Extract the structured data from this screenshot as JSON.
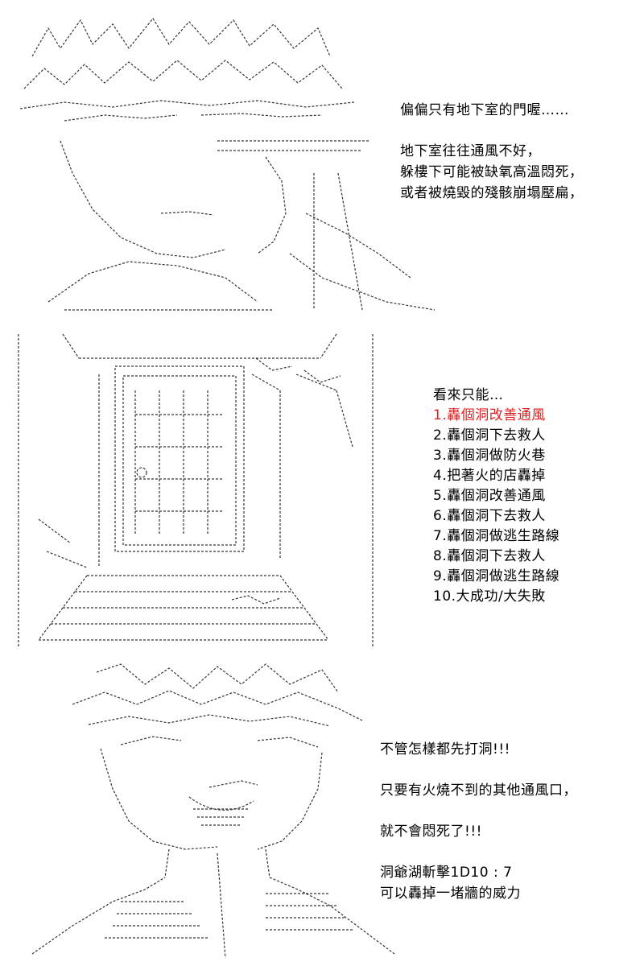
{
  "colors": {
    "text": "#000000",
    "highlight": "#e02020",
    "background": "#ffffff",
    "art_stroke": "#333333"
  },
  "panel_1": {
    "art": "ascii-art-boy-face-icon",
    "lines": [
      "偏偏只有地下室的門喔……",
      "地下室往往通風不好，",
      "躲樓下可能被缺氧高溫悶死，",
      "或者被燒毀的殘骸崩塌壓扁，"
    ]
  },
  "panel_2": {
    "art": "ascii-art-basement-door-icon",
    "intro": "看來只能…",
    "highlighted_index": 0,
    "options": [
      "1.轟個洞改善通風",
      "2.轟個洞下去救人",
      "3.轟個洞做防火巷",
      "4.把著火的店轟掉",
      "5.轟個洞改善通風",
      "6.轟個洞下去救人",
      "7.轟個洞做逃生路線",
      "8.轟個洞下去救人",
      "9.轟個洞做逃生路線",
      "10.大成功/大失敗"
    ]
  },
  "panel_3": {
    "art": "ascii-art-grinning-boy-icon",
    "lines": [
      "不管怎樣都先打洞!!!",
      "只要有火燒不到的其他通風口，",
      "就不會悶死了!!!",
      "洞爺湖斬擊1D10 : 7",
      "可以轟掉一堵牆的威力"
    ]
  }
}
